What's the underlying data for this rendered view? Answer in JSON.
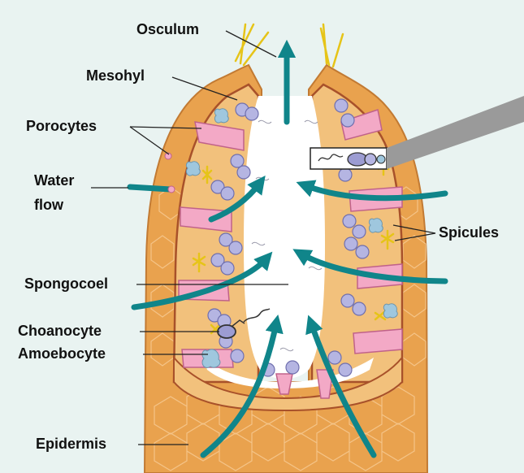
{
  "labels": {
    "osculum": "Osculum",
    "mesohyl": "Mesohyl",
    "porocytes": "Porocytes",
    "water_flow_line1": "Water",
    "water_flow_line2": "flow",
    "spongocoel": "Spongocoel",
    "choanocyte": "Choanocyte",
    "amoebocyte": "Amoebocyte",
    "epidermis": "Epidermis",
    "spicules": "Spicules"
  },
  "colors": {
    "background": "#e9f3f1",
    "body_wall": "#e9a24e",
    "mesohyl": "#f2c17c",
    "inner_edge": "#a8512a",
    "porocyte": "#f3a9c6",
    "choanocyte": "#b5b5e2",
    "spicule": "#f1d21e",
    "amoebocyte": "#9fc7de",
    "water_arrow": "#10858a",
    "leader_line": "#222222"
  }
}
